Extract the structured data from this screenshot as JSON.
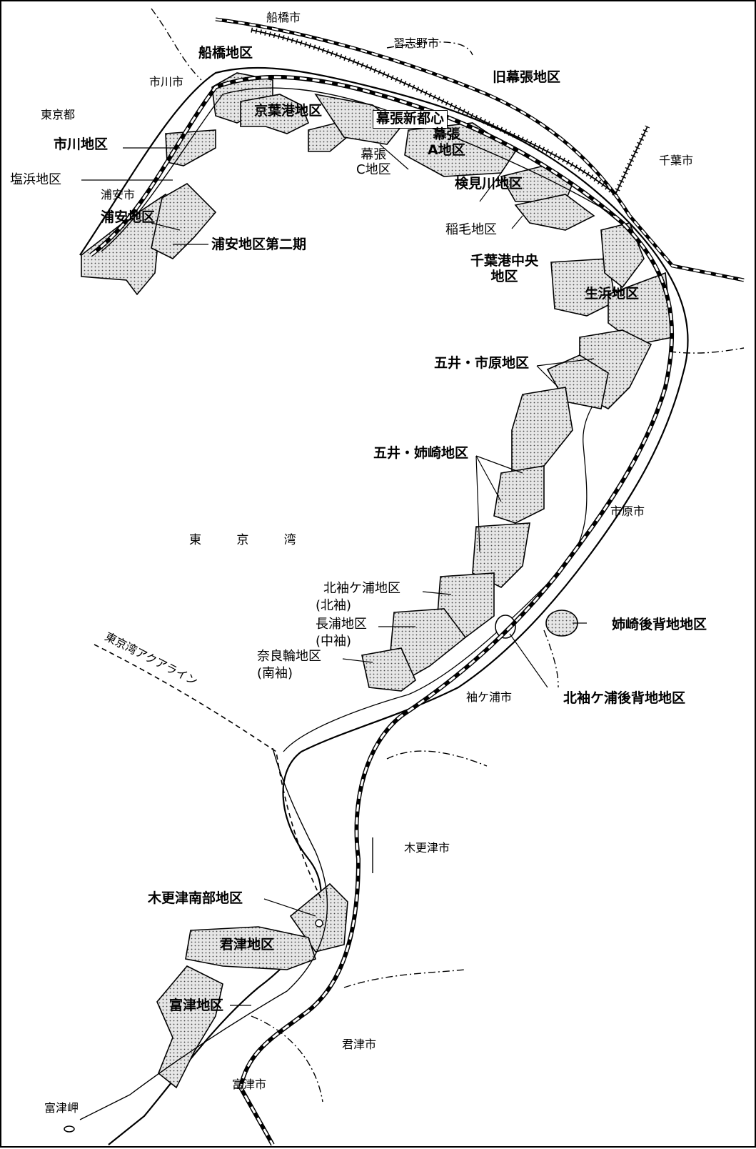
{
  "bay": "東 京 湾",
  "aqualine": "東京湾アクアライン",
  "cities": {
    "funabashi_city": "船橋市",
    "narashino_city": "習志野市",
    "ichikawa_city": "市川市",
    "tokyo_to": "東京都",
    "urayasu_city": "浦安市",
    "chiba_city": "千葉市",
    "ichihara_city": "市原市",
    "sodegaura_city": "袖ケ浦市",
    "kisarazu_city": "木更津市",
    "kimitsu_city": "君津市",
    "futtsu_city": "富津市",
    "futtsu_misaki": "富津岬"
  },
  "districts": {
    "funabashi": "船橋地区",
    "keiyoko": "京葉港地区",
    "makuhari_shintoshin": "幕張新都心",
    "kyu_makuhari": "旧幕張地区",
    "ichikawa": "市川地区",
    "shiohama": "塩浜地区",
    "urayasu": "浦安地区",
    "urayasu_2": "浦安地区第二期",
    "makuhari_c_line1": "幕張",
    "makuhari_c_line2": "C地区",
    "makuhari_a_line1": "幕張",
    "makuhari_a_line2": "A地区",
    "kemigawa": "検見川地区",
    "inage": "稲毛地区",
    "chibako_chuo_line1": "千葉港中央",
    "chibako_chuo_line2": "地区",
    "ikehama": "生浜地区",
    "goi_ichihara": "五井・市原地区",
    "goi_anesaki": "五井・姉崎地区",
    "kitasodegaura": "北袖ケ浦地区",
    "kitasode": "(北袖)",
    "nagaura": "長浦地区",
    "nakasode": "(中袖)",
    "narawa": "奈良輪地区",
    "minamisode": "(南袖)",
    "anesaki_haichi": "姉崎後背地地区",
    "kitasodegaura_haichi": "北袖ケ浦後背地地区",
    "kisarazu_nanbu": "木更津南部地区",
    "kimitsu": "君津地区",
    "futtsu": "富津地区"
  },
  "colors": {
    "ink": "#000000",
    "landfill": "#d9d9d9",
    "paper": "#ffffff"
  }
}
